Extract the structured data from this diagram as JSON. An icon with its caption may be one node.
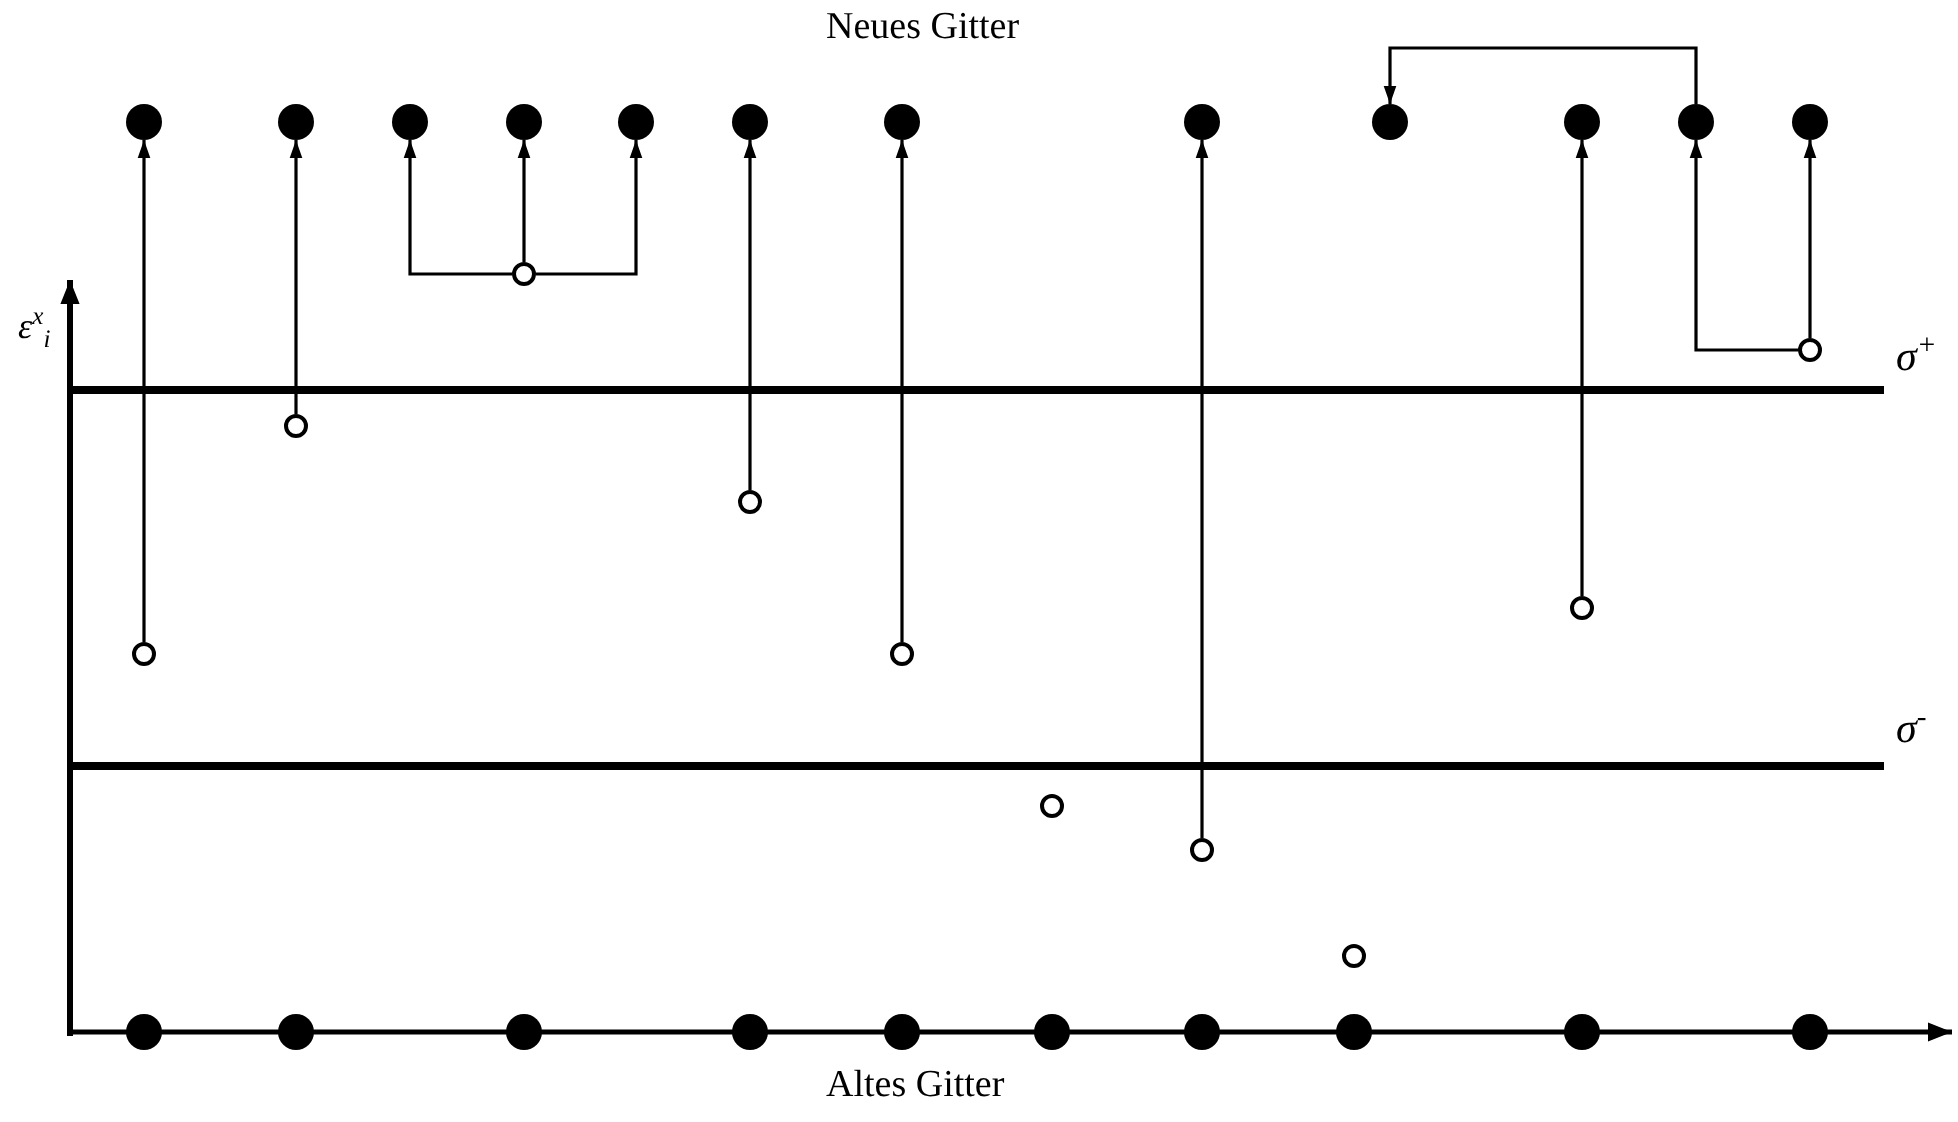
{
  "diagram": {
    "nodes": [
      {
        "text": [],
        "shape": "dot"
      },
      {
        "text": [],
        "shape": "dot"
      },
      {
        "text": [],
        "shape": "dot"
      },
      {
        "text": [],
        "shape": "dot"
      },
      {
        "text": [],
        "shape": "dot"
      },
      {
        "text": [],
        "shape": "dot"
      },
      {
        "text": [],
        "shape": "dot"
      },
      {
        "text": [],
        "shape": "dot"
      },
      {
        "text": [],
        "shape": "dot"
      },
      {
        "text": [],
        "shape": "dot"
      },
      {
        "text": [],
        "shape": "dot"
      },
      {
        "text": [],
        "shape": "dot"
      },
      {
        "text": [],
        "shape": "circle"
      },
      {
        "text": [],
        "shape": "circle"
      },
      {
        "text": [],
        "shape": "circle"
      },
      {
        "text": [],
        "shape": "circle"
      },
      {
        "text": [],
        "shape": "circle"
      },
      {
        "text": [],
        "shape": "circle"
      },
      {
        "text": [],
        "shape": "circle"
      },
      {
        "text": [],
        "shape": "circle"
      },
      {
        "text": [],
        "shape": "circle"
      },
      {
        "text": [],
        "shape": "circle"
      },
      {
        "text": [],
        "shape": "dot"
      },
      {
        "text": [],
        "shape": "dot"
      },
      {
        "text": [],
        "shape": "dot"
      },
      {
        "text": [],
        "shape": "dot"
      },
      {
        "text": [],
        "shape": "dot"
      },
      {
        "text": [],
        "shape": "dot"
      },
      {
        "text": [],
        "shape": "dot"
      },
      {
        "text": [],
        "shape": "dot"
      },
      {
        "text": [],
        "shape": "dot"
      },
      {
        "text": [],
        "shape": "dot"
      }
    ],
    "edges": [
      {
        "from": 12,
        "to": 0,
        "arrow": "to"
      },
      {
        "from": 13,
        "to": 1,
        "arrow": "to"
      },
      {
        "from": 14,
        "to": 2,
        "arrow": "to"
      },
      {
        "from": 14,
        "to": 3,
        "arrow": "to"
      },
      {
        "from": 14,
        "to": 4,
        "arrow": "to"
      },
      {
        "from": 15,
        "to": 5,
        "arrow": "to"
      },
      {
        "from": 16,
        "to": 6,
        "arrow": "to"
      },
      {
        "from": 18,
        "to": 7,
        "arrow": "to"
      },
      {
        "from": 20,
        "to": 9,
        "arrow": "to"
      },
      {
        "from": 21,
        "to": 11,
        "arrow": "to"
      },
      {
        "from": 21,
        "to": 10,
        "arrow": "to"
      },
      {
        "from": 10,
        "to": 8,
        "arrow": "to"
      }
    ],
    "labels": [
      "Neues Gitter",
      "ε$^{x}$$_{i}$",
      "σ$^{+}$",
      "σ$^{-}$",
      "Altes Gitter"
    ]
  }
}
